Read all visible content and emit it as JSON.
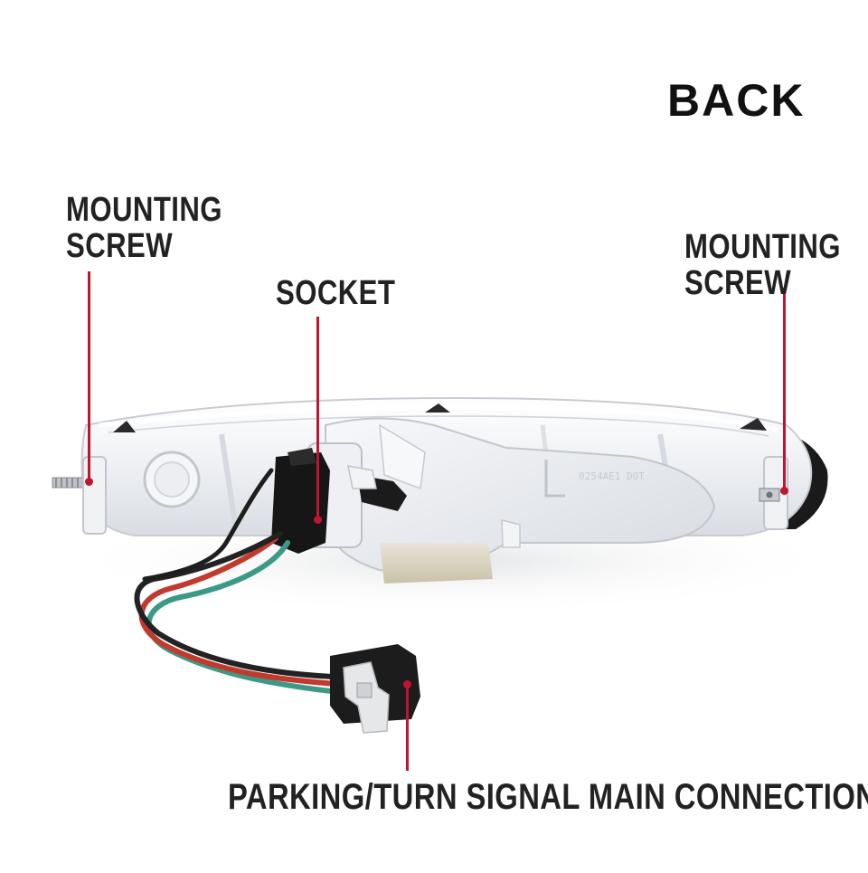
{
  "title": "BACK",
  "callouts": {
    "mounting_screw_left": [
      "MOUNTING",
      "SCREW"
    ],
    "socket": "SOCKET",
    "mounting_screw_right": [
      "MOUNTING",
      "SCREW"
    ],
    "main_connection": "PARKING/TURN SIGNAL MAIN CONNECTION"
  },
  "colors": {
    "leader_line": "#c0152f",
    "label_text": "#222222",
    "housing": "#f2f3f5",
    "wire_red": "#c23a2e",
    "wire_teal": "#3a9a86",
    "wire_black": "#222222",
    "connector": "#1c1c1c"
  }
}
